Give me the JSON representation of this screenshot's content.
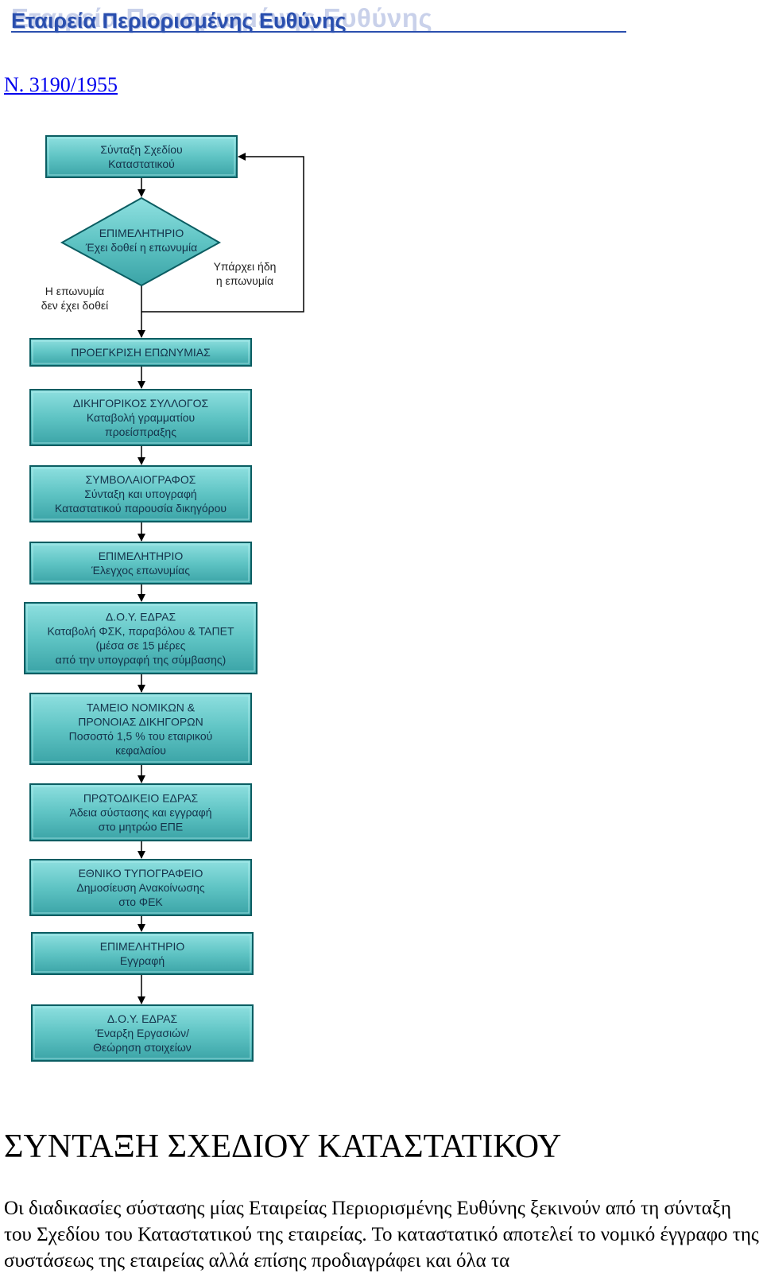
{
  "header": {
    "title": "Εταιρεία Περιορισμένης Ευθύνης",
    "ghost_title": "Εταιρεία Περιορισμένης Ευθύνης"
  },
  "law_link": "Ν. 3190/1955",
  "flowchart": {
    "colors": {
      "box_fill": "#5fc4c4",
      "box_border": "#0b5d62",
      "line": "#000000"
    },
    "start": [
      "Σύνταξη Σχεδίου",
      "Καταστατικού"
    ],
    "decision": [
      "ΕΠΙΜΕΛΗΤΗΡΙΟ",
      "Έχει δοθεί η επωνυμία"
    ],
    "label_yes": [
      "Υπάρχει ήδη",
      "η επωνυμία"
    ],
    "label_no": [
      "Η επωνυμία",
      "δεν έχει δοθεί"
    ],
    "steps": [
      [
        "ΠΡΟΕΓΚΡΙΣΗ ΕΠΩΝΥΜΙΑΣ"
      ],
      [
        "ΔΙΚΗΓΟΡΙΚΟΣ ΣΥΛΛΟΓΟΣ",
        "Καταβολή γραμματίου",
        "προείσπραξης"
      ],
      [
        "ΣΥΜΒΟΛΑΙΟΓΡΑΦΟΣ",
        "Σύνταξη και υπογραφή",
        "Καταστατικού παρουσία δικηγόρου"
      ],
      [
        "ΕΠΙΜΕΛΗΤΗΡΙΟ",
        "Έλεγχος επωνυμίας"
      ],
      [
        "Δ.Ο.Υ. ΕΔΡΑΣ",
        "Καταβολή ΦΣΚ, παραβόλου & ΤΑΠΕΤ",
        "(μέσα σε 15 μέρες",
        "από την υπογραφή της σύμβασης)"
      ],
      [
        "ΤΑΜΕΙΟ ΝΟΜΙΚΩΝ &",
        "ΠΡΟΝΟΙΑΣ ΔΙΚΗΓΟΡΩΝ",
        "Ποσοστό 1,5 % του εταιρικού",
        "κεφαλαίου"
      ],
      [
        "ΠΡΩΤΟΔΙΚΕΙΟ ΕΔΡΑΣ",
        "Άδεια σύστασης και εγγραφή",
        "στο μητρώο ΕΠΕ"
      ],
      [
        "ΕΘΝΙΚΟ ΤΥΠΟΓΡΑΦΕΙΟ",
        "Δημοσίευση Ανακοίνωσης",
        "στο ΦΕΚ"
      ],
      [
        "ΕΠΙΜΕΛΗΤΗΡΙΟ",
        "Εγγραφή"
      ],
      [
        "Δ.Ο.Υ. ΕΔΡΑΣ",
        "Έναρξη Εργασιών/",
        "Θεώρηση στοιχείων"
      ]
    ]
  },
  "section_title": "ΣΥΝΤΑΞΗ ΣΧΕΔΙΟΥ ΚΑΤΑΣΤΑΤΙΚΟΥ",
  "paragraph": "Οι διαδικασίες σύστασης μίας Εταιρείας Περιορισμένης Ευθύνης ξεκινούν από τη σύνταξη του Σχεδίου του Καταστατικού της εταιρείας. Το καταστατικό αποτελεί το νομικό έγγραφο της συστάσεως της εταιρείας αλλά επίσης προδιαγράφει και όλα τα"
}
